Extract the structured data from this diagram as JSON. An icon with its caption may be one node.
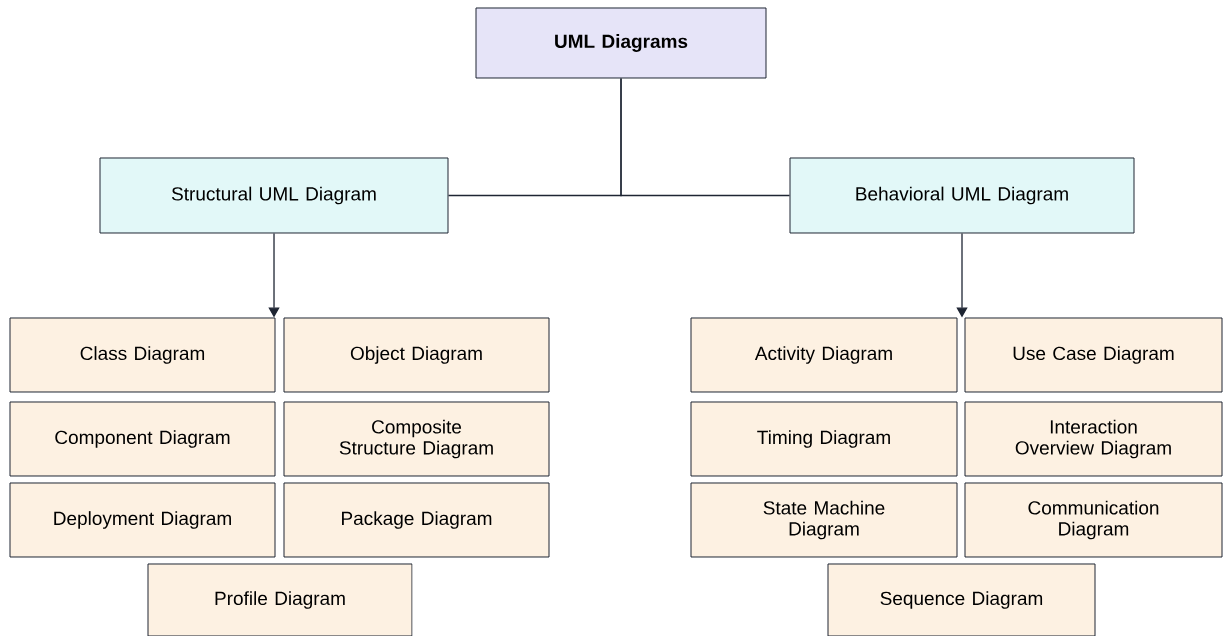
{
  "diagram": {
    "nodes": [
      {
        "text": [
          "UML Diagrams"
        ]
      },
      {
        "text": [
          "Structural UML Diagram"
        ]
      },
      {
        "text": [
          "Behavioral UML Diagram"
        ]
      },
      {
        "text": [
          "Class Diagram"
        ]
      },
      {
        "text": [
          "Object Diagram"
        ]
      },
      {
        "text": [
          "Component Diagram"
        ]
      },
      {
        "text": [
          "Composite Structure Diagram"
        ]
      },
      {
        "text": [
          "Deployment Diagram"
        ]
      },
      {
        "text": [
          "Package Diagram"
        ]
      },
      {
        "text": [
          "Profile Diagram"
        ]
      },
      {
        "text": [
          "Activity Diagram"
        ]
      },
      {
        "text": [
          "Use Case Diagram"
        ]
      },
      {
        "text": [
          "Timing Diagram"
        ]
      },
      {
        "text": [
          "Interaction Overview Diagram"
        ]
      },
      {
        "text": [
          "State Machine Diagram"
        ]
      },
      {
        "text": [
          "Communication Diagram"
        ]
      },
      {
        "text": [
          "Sequence Diagram"
        ]
      }
    ],
    "edges": [
      {
        "from": 0,
        "to": 1,
        "arrow": "none"
      },
      {
        "from": 0,
        "to": 2,
        "arrow": "none"
      },
      {
        "from": 1,
        "to": 3,
        "arrow": "to"
      },
      {
        "from": 2,
        "to": 10,
        "arrow": "to"
      }
    ]
  }
}
